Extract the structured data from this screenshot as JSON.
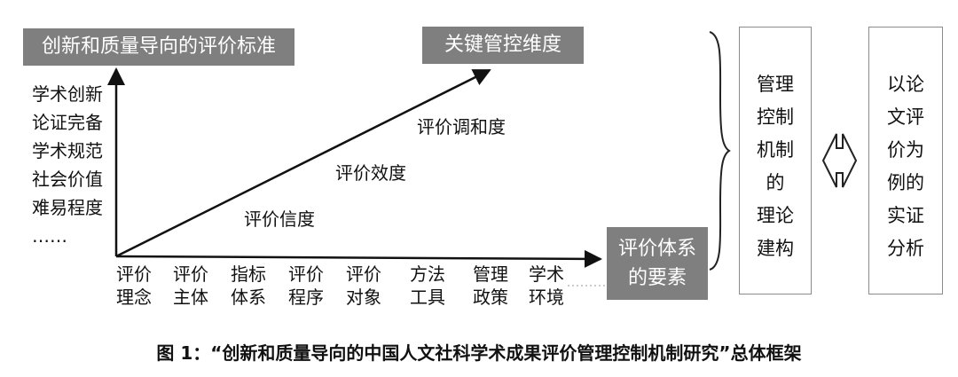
{
  "diagram": {
    "top_left_label": "创新和质量导向的评价标准",
    "top_right_label": "关键管控维度",
    "bottom_right_label_line1": "评价体系",
    "bottom_right_label_line2": "的要素",
    "y_axis_items": [
      "学术创新",
      "论证完备",
      "学术规范",
      "社会价值",
      "难易程度",
      "……"
    ],
    "x_axis_items": [
      {
        "line1": "评价",
        "line2": "理念"
      },
      {
        "line1": "评价",
        "line2": "主体"
      },
      {
        "line1": "指标",
        "line2": "体系"
      },
      {
        "line1": "评价",
        "line2": "程序"
      },
      {
        "line1": "评价",
        "line2": "对象"
      },
      {
        "line1": "方法",
        "line2": "工具"
      },
      {
        "line1": "管理",
        "line2": "政策"
      },
      {
        "line1": "学术",
        "line2": "环境"
      }
    ],
    "diagonal_labels": [
      "评价信度",
      "评价效度",
      "评价调和度"
    ],
    "theory_box_lines": [
      "管理",
      "控制",
      "机制",
      "的",
      "理论",
      "建构"
    ],
    "empirical_box_lines": [
      "以论",
      "文评",
      "价为",
      "例的",
      "实证",
      "分析"
    ],
    "caption": "图 1：“创新和质量导向的中国人文社科学术成果评价管理控制机制研究”总体框架"
  }
}
